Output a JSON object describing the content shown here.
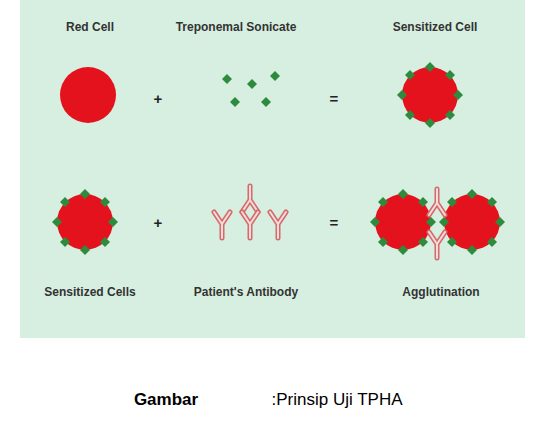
{
  "diagram": {
    "labels": [
      "Red Cell",
      "Treponemal Sonicate",
      "Sensitized Cell",
      "+",
      "=",
      "+",
      "=",
      "Sensitized Cells",
      "Patient's Antibody",
      "Agglutination",
      "Gambar",
      ":Prinsip Uji TPHA"
    ]
  }
}
